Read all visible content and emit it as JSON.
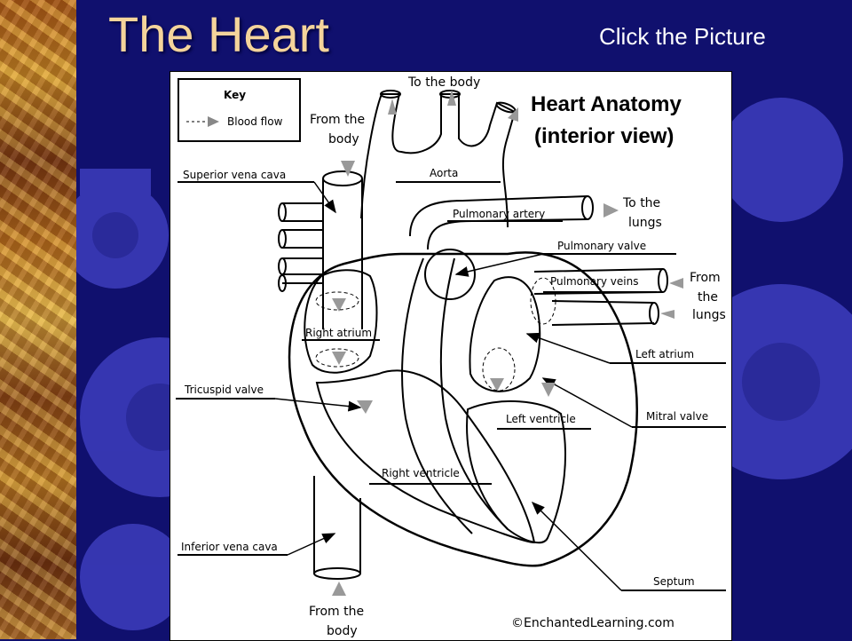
{
  "slide": {
    "title": "The Heart",
    "hint": "Click the Picture",
    "accent_bg": "#10106e",
    "gear_color": "#3b3bb8"
  },
  "diagram": {
    "heading_line1": "Heart Anatomy",
    "heading_line2": "(interior view)",
    "key_title": "Key",
    "key_item": "Blood flow",
    "credit": "©EnchantedLearning.com",
    "labels": {
      "to_body": "To the body",
      "from_body_top_1": "From the",
      "from_body_top_2": "body",
      "superior_vena_cava": "Superior vena cava",
      "aorta": "Aorta",
      "to_lungs_1": "To the",
      "to_lungs_2": "lungs",
      "pulmonary_artery": "Pulmonary artery",
      "pulmonary_valve": "Pulmonary valve",
      "pulmonary_veins": "Pulmonary veins",
      "from_lungs_1": "From",
      "from_lungs_2": "the",
      "from_lungs_3": "lungs",
      "right_atrium": "Right atrium",
      "left_atrium": "Left atrium",
      "tricuspid_valve": "Tricuspid valve",
      "mitral_valve": "Mitral valve",
      "left_ventricle": "Left ventricle",
      "right_ventricle": "Right ventricle",
      "inferior_vena_cava": "Inferior vena cava",
      "septum": "Septum",
      "from_body_bottom_1": "From the",
      "from_body_bottom_2": "body"
    }
  }
}
